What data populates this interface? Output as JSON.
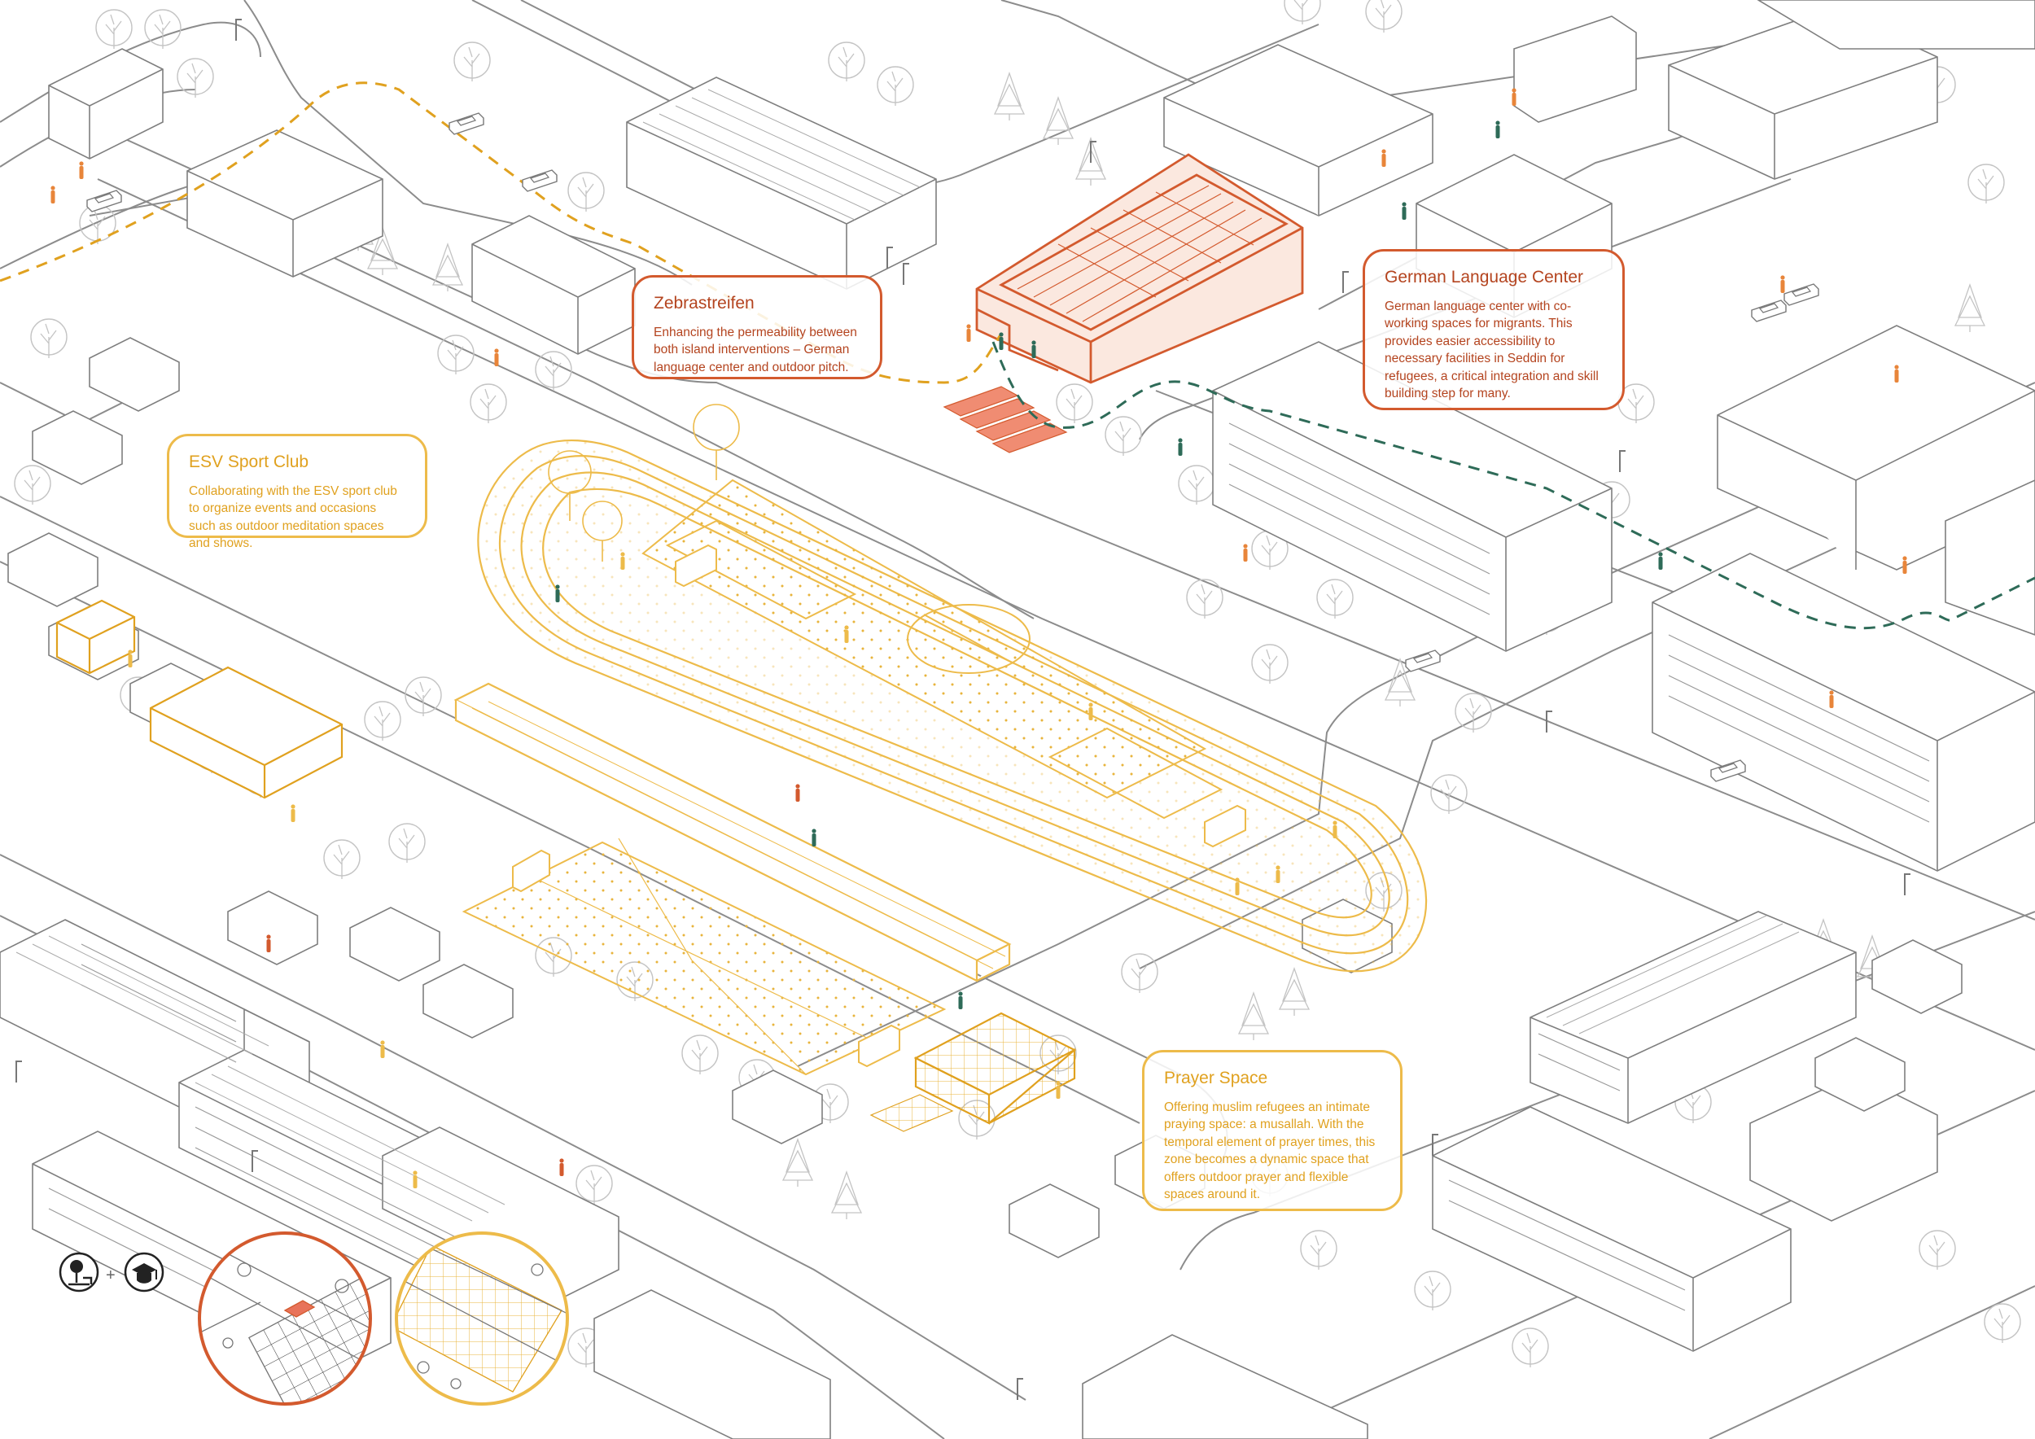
{
  "colors": {
    "orange": "#D35A2E",
    "yellow": "#EDBB4A",
    "green_path": "#2E6B58",
    "line_gray": "#8C8C8C",
    "tree_gray": "#BDBDBD"
  },
  "callouts": {
    "zebrastreifen": {
      "title": "Zebrastreifen",
      "text": "Enhancing the permeability between both island interventions – German language center and outdoor pitch."
    },
    "german_language_center": {
      "title": "German Language Center",
      "text": "German language center with co-working spaces for migrants. This provides easier accessibility to necessary facilities in Seddin for refugees, a critical integration and skill building step for many."
    },
    "esv_sport_club": {
      "title": "ESV Sport Club",
      "text": "Collaborating with the ESV sport club to organize events and occasions such as outdoor meditation spaces and shows."
    },
    "prayer_space": {
      "title": "Prayer Space",
      "text": "Offering muslim refugees an intimate praying space: a musallah. With the temporal element of prayer times, this zone becomes a dynamic space that offers outdoor prayer and flexible spaces around it."
    }
  },
  "legend": {
    "plus": "+",
    "icons": [
      "tree-bench-icon",
      "graduation-cap-icon"
    ]
  }
}
